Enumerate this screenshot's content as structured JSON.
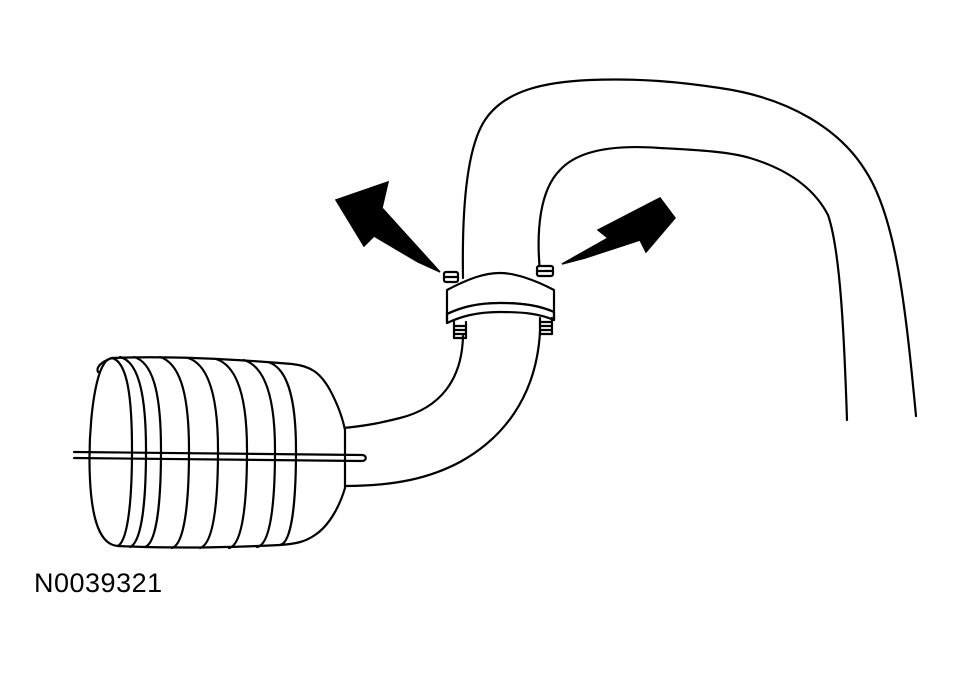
{
  "figure": {
    "id_label": "N0039321"
  },
  "colors": {
    "line": "#000000",
    "background": "#ffffff"
  },
  "components": {
    "pipe": "exhaust-pipe",
    "clamp": "pipe-clamp",
    "muffler": "muffler",
    "hanger": "hanger-rod",
    "arrows": [
      "callout-arrow-left",
      "callout-arrow-right"
    ]
  }
}
